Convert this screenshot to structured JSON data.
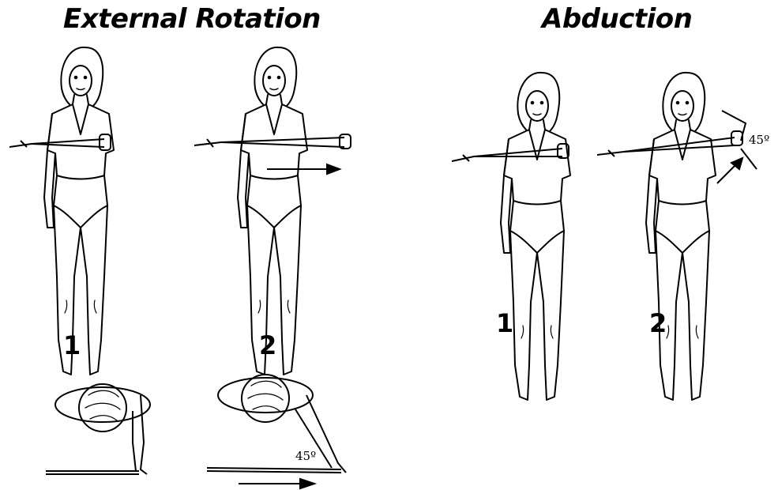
{
  "titles": {
    "external_rotation": "External Rotation",
    "abduction": "Abduction"
  },
  "steps": {
    "er_1": "1",
    "er_2": "2",
    "ab_1": "1",
    "ab_2": "2"
  },
  "angles": {
    "abduction_angle": "45º",
    "top_view_angle": "45º"
  }
}
